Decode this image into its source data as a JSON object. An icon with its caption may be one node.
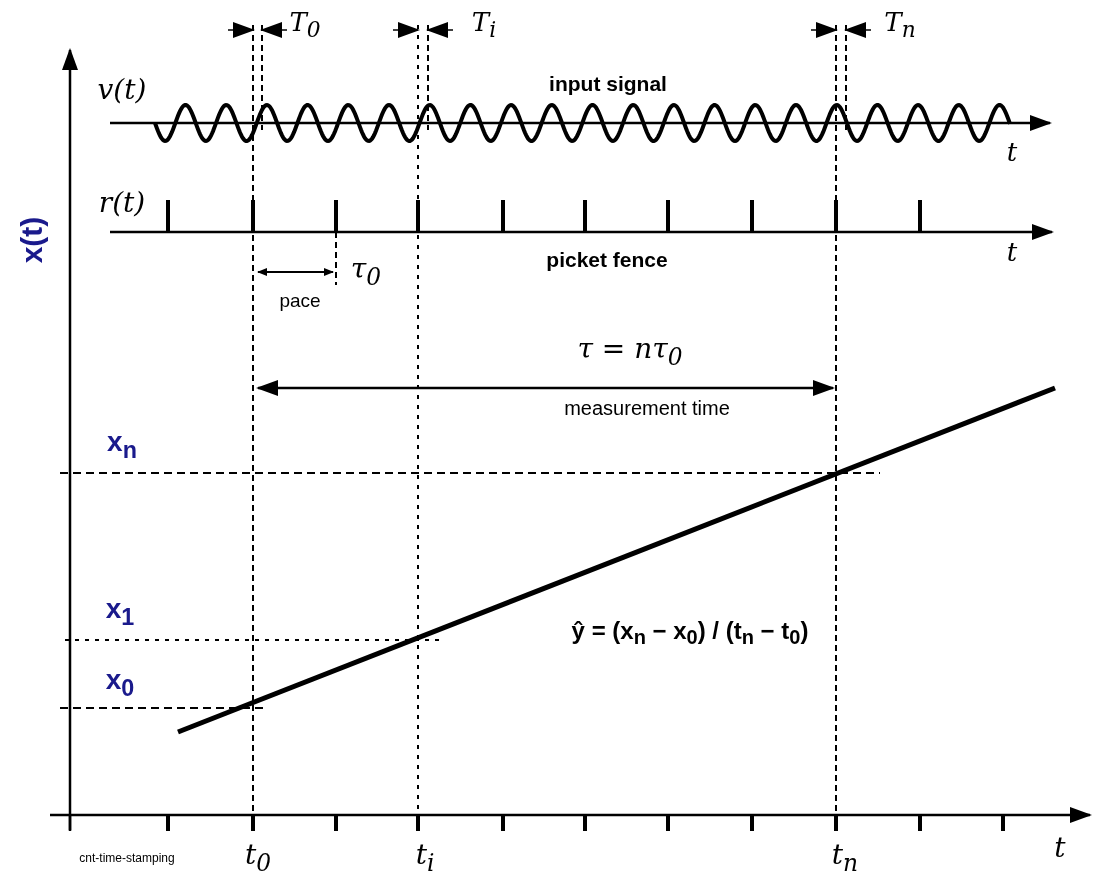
{
  "diagram": {
    "labels": [
      "T$_{0}$",
      "T$_{i}$",
      "T$_{n}$",
      "v(t)",
      "input signal",
      "t",
      "r(t)",
      "t",
      "picket fence",
      "τ$_{0}$",
      "pace",
      "τ = nτ$_{0}$",
      "measurement time",
      "x(t)",
      "x$_{n}$",
      "x$_{1}$",
      "x$_{0}$",
      "ŷ = (x$_{n}$ − x$_{0}$) / (t$_{n}$ − t$_{0}$)",
      "cnt-time-stamping",
      "t$_{0}$",
      "t$_{i}$",
      "t$_{n}$",
      "t"
    ]
  }
}
